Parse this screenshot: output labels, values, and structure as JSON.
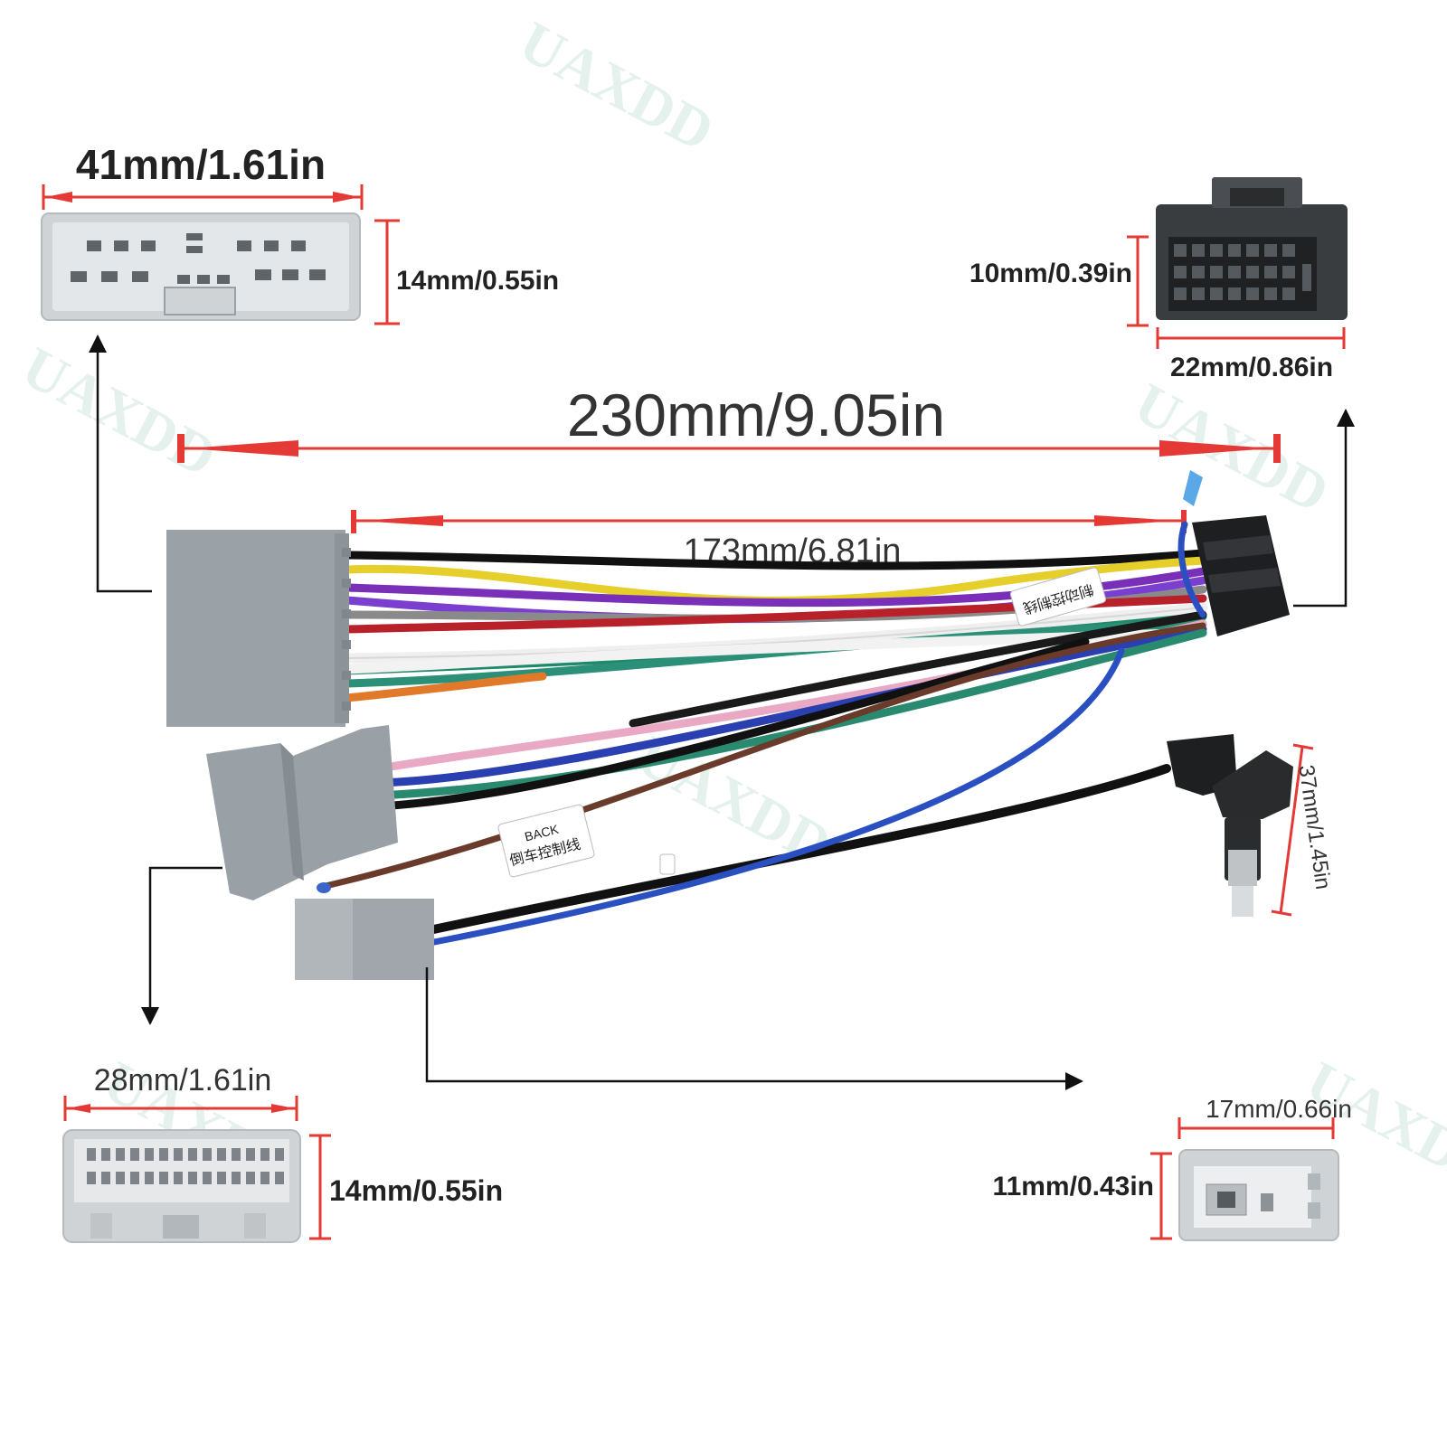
{
  "watermark": "UAXDD",
  "dimensions": {
    "top_left_width": "41mm/1.61in",
    "top_left_height": "14mm/0.55in",
    "top_right_height": "10mm/0.39in",
    "top_right_width": "22mm/0.86in",
    "overall_length": "230mm/9.05in",
    "harness_length": "173mm/6.81in",
    "antenna_length": "37mm/1.45in",
    "bottom_left_width": "28mm/1.61in",
    "bottom_left_height": "14mm/0.55in",
    "bottom_right_width": "17mm/0.66in",
    "bottom_right_height": "11mm/0.43in"
  },
  "labels": {
    "tag_top": "制动控制线",
    "tag_back_line1": "BACK",
    "tag_back_line2": "倒车控制线"
  },
  "colors": {
    "dimension_line": "#e53935",
    "connector_gray": "#9aa1a7",
    "connector_light": "#cfd3d6",
    "plug_black": "#222222",
    "watermark": "#cfe7dd"
  }
}
